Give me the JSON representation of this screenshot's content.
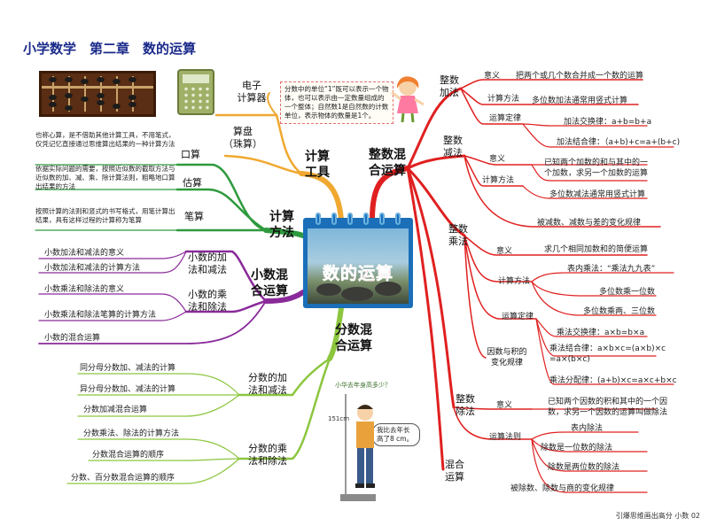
{
  "title": "小学数学　第二章　数的运算",
  "center": "数的运算",
  "note": "分数中的单位“1”既可以表示一个物体，也可以表示由一定数量组成的一个整体；自然数1是自然数的计数单位，表示物体的数量是1个。",
  "footer": "引爆思维画出高分 小数 02",
  "tools": {
    "branch": "计算\n工具",
    "calculator": "电子\n计算器",
    "abacus": "算盘\n（珠算）"
  },
  "methods": {
    "branch": "计算\n方法",
    "oral": "口算",
    "oral_desc": "也称心算，是不借助其他计算工具，不用笔式，仅凭记忆直接通过思维算出结果的一种计算方法",
    "estimate": "估算",
    "estimate_desc": "依据实际问题的需要，按照近似数的截取方法与近似数的加、减、乘、除计算法则，粗略地口算出结果的方法",
    "written": "笔算",
    "written_desc": "按照计算的法则和竖式的书写格式，用笔计算出结果，具有这样过程的计算称为笔算"
  },
  "decimal": {
    "branch": "小数混\n合运算",
    "add_sub": "小数的加\n法和减法",
    "mul_div": "小数的乘\n法和除法",
    "items": [
      "小数加法和减法的意义",
      "小数加法和减法的计算方法",
      "小数乘法和除法的意义",
      "小数乘法和除法笔算的计算方法",
      "小数的混合运算"
    ]
  },
  "fraction": {
    "branch": "分数混\n合运算",
    "add_sub": "分数的加\n法和减法",
    "mul_div": "分数的乘\n法和除法",
    "items": [
      "同分母分数加、减法的计算",
      "异分母分数加、减法的计算",
      "分数加减混合运算",
      "分数乘法、除法的计算方法",
      "分数混合运算的顺序",
      "分数、百分数混合运算的顺序"
    ]
  },
  "integer": {
    "branch": "整数混\n合运算",
    "add": {
      "label": "整数\n加法",
      "meaning": "意义",
      "meaning_text": "把两个或几个数合并成一个数的运算",
      "method": "计算方法",
      "method_text": "多位数加法通常用竖式计算",
      "law": "运算定律",
      "comm": "加法交换律：a+b=b+a",
      "assoc": "加法结合律：（a+b)+c=a+(b+c)"
    },
    "sub": {
      "label": "整数\n减法",
      "meaning": "意义",
      "meaning_text": "已知两个加数的和与其中的一个加数，求另一个加数的运算",
      "method": "计算方法",
      "method_text": "多位数减法通常用竖式计算",
      "rule": "被减数、减数与差的变化规律"
    },
    "mul": {
      "label": "整数\n乘法",
      "meaning": "意义",
      "meaning_text": "求几个相同加数和的简便运算",
      "method": "计算方法",
      "table": "表内乘法：“乘法九九表”",
      "one_digit": "多位数乘一位数",
      "multi_digit": "多位数乘两、三位数",
      "law": "运算定律",
      "comm": "乘法交换律：a×b=b×a",
      "assoc": "乘法结合律：a×b×c=(a×b)×c\n=a×(b×c)",
      "dist": "乘法分配律：(a+b)×c=a×c+b×c",
      "rule": "因数与积的\n变化规律"
    },
    "div": {
      "label": "整数\n除法",
      "meaning": "意义",
      "meaning_text": "已知两个因数的积和其中的一个因数，求另一个因数的运算叫做除法",
      "rule_label": "运算法则",
      "table": "表内除法",
      "one_digit": "除数是一位数的除法",
      "two_digit": "除数是两位数的除法",
      "change": "被除数、除数与商的变化规律"
    },
    "mixed": "混合\n运算"
  },
  "illustration": {
    "question": "小华去年身高多少？",
    "answer": "我比去年长高了8 cm。",
    "height": "151cm"
  },
  "colors": {
    "tools": "#f0a830",
    "methods": "#2e9a3e",
    "decimal": "#8a2a9a",
    "fraction": "#8cc63f",
    "integer": "#e02020",
    "title": "#1a2a8a"
  }
}
